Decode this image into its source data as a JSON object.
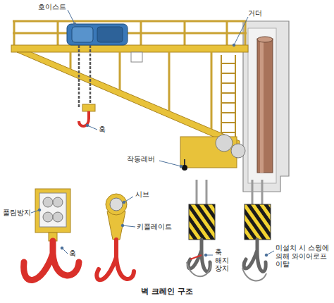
{
  "diagram": {
    "caption": "벽 크레인 구조",
    "labels": [
      "호이스트",
      "거더",
      "훅",
      "작동레버",
      "시브",
      "풀림방지",
      "키플레이트",
      "훅",
      "훅 해지 장치",
      "미설치 시 스윙에 의해 와이어로프 이탈"
    ]
  }
}
